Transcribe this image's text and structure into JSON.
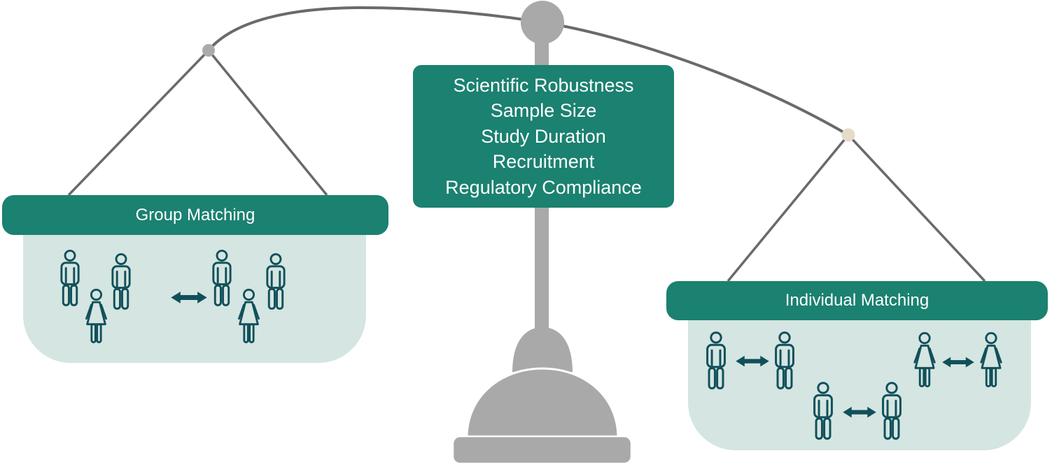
{
  "figure": {
    "description": "Balance scale weighing group matching against individual matching",
    "title_panel": {
      "lines": [
        "Scientific Robustness",
        "Sample Size",
        "Study Duration",
        "Recruitment",
        "Regulatory Compliance"
      ]
    },
    "left_pan": {
      "title": "Group Matching",
      "groups": [
        [
          "male",
          "female",
          "male"
        ],
        [
          "male",
          "female",
          "male"
        ]
      ],
      "relation": "double-headed-arrow"
    },
    "right_pan": {
      "title": "Individual Matching",
      "pairs": [
        [
          "male",
          "male"
        ],
        [
          "female",
          "female"
        ],
        [
          "male",
          "male"
        ]
      ],
      "relation": "double-headed-arrow"
    },
    "icons": {
      "male": "male-person-icon",
      "female": "female-person-icon",
      "arrow": "double-headed-arrow-icon"
    },
    "colors": {
      "teal": "#1B8170",
      "pan_fill": "#D5E5E1",
      "icon_stroke": "#10505B",
      "scale_gray": "#A9A9A9",
      "beam_gray": "#6A6A6A",
      "right_hook_dot": "#E4DBC9",
      "text": "#FFFFFF"
    }
  }
}
